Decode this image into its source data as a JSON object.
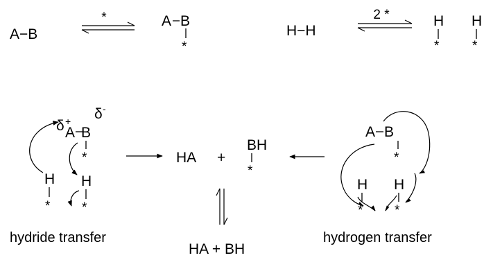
{
  "atoms": {
    "A": "A",
    "B": "B",
    "H": "H",
    "HA": "HA",
    "BH": "BH",
    "site": "*"
  },
  "top_row": {
    "left_reagent": "A−B",
    "left_condition": "*",
    "right_reagent": "H−H",
    "right_condition": "2 *"
  },
  "charges": {
    "delta_symbol": "δ",
    "positive": "+",
    "negative": "-"
  },
  "center": {
    "plus": "+",
    "desorbed_products": "HA + BH"
  },
  "captions": {
    "left": "hydride transfer",
    "right": "hydrogen transfer"
  }
}
